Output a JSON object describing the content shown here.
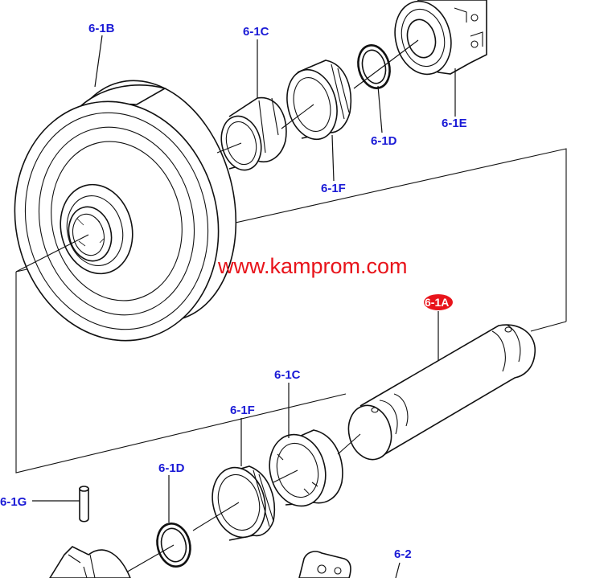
{
  "watermark": "www.kamprom.com",
  "callouts": {
    "1B": "6-1B",
    "1C_top": "6-1C",
    "1D_top": "6-1D",
    "1E": "6-1E",
    "1F_top": "6-1F",
    "1A": "6-1A",
    "1C_bottom": "6-1C",
    "1F_bottom": "6-1F",
    "1D_bottom": "6-1D",
    "1G": "6-1G",
    "2": "6-2"
  },
  "colors": {
    "callout": "#1a1ad6",
    "watermark": "#e8141b",
    "highlight": "#e8141b",
    "line": "#111111"
  }
}
